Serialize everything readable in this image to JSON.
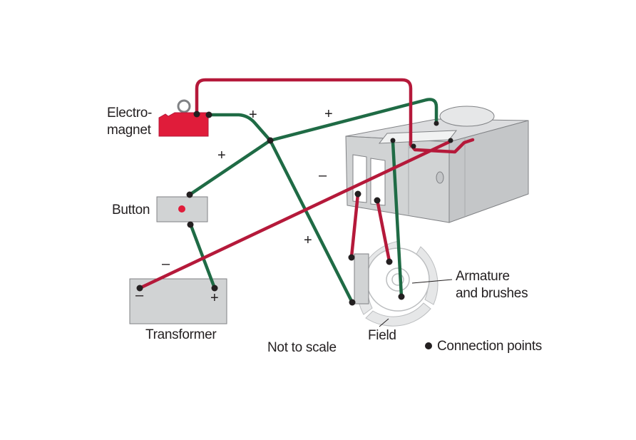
{
  "labels": {
    "electromagnet_line1": "Electro-",
    "electromagnet_line2": "magnet",
    "button": "Button",
    "transformer": "Transformer",
    "not_to_scale": "Not to scale",
    "field": "Field",
    "armature_line1": "Armature",
    "armature_line2": "and brushes",
    "connection_points": "Connection points"
  },
  "signs": {
    "plus": "+",
    "minus": "–"
  },
  "colors": {
    "positive_wire": "#1f6b45",
    "negative_wire": "#b5193a",
    "electromagnet": "#e01c3a",
    "component_fill": "#d1d3d4",
    "component_stroke": "#808285",
    "connection_dot": "#231f20"
  }
}
